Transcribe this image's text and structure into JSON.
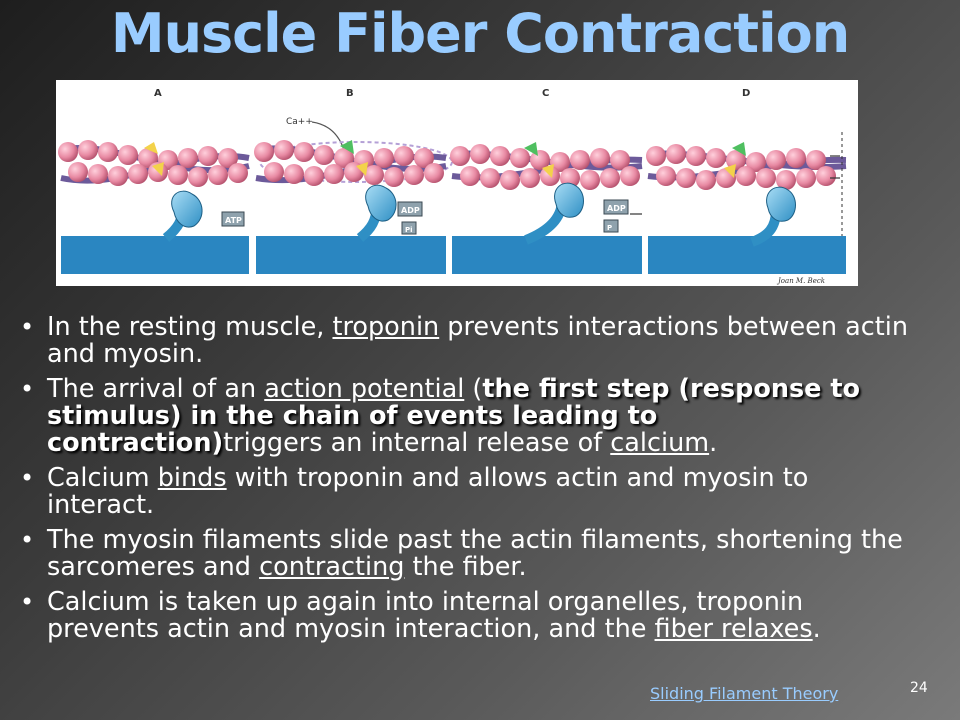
{
  "slide": {
    "title": "Muscle Fiber Contraction",
    "page_number": "24",
    "link_label": "Sliding Filament Theory"
  },
  "figure": {
    "panel_labels": [
      "A",
      "B",
      "C",
      "D"
    ],
    "labels": {
      "ca": "Ca++",
      "atp": "ATP",
      "adp_b": "ADP",
      "pi_b": "Pi",
      "adp_c": "ADP",
      "pi_c": "P",
      "signature": "Joan M. Beck"
    }
  },
  "bullets": [
    {
      "t1": "In the resting muscle, ",
      "u1": "troponin",
      "t2": " prevents interactions between actin and myosin."
    },
    {
      "t1": "The arrival of an ",
      "u1": "action potential",
      "t2": " (",
      "emph": "the first step (response to stimulus) in the chain of events leading to contraction)",
      "t3": "triggers an internal release of ",
      "u2": "calcium",
      "t4": "."
    },
    {
      "t1": "Calcium ",
      "u1": "binds",
      "t2": " with troponin and allows actin and myosin to interact."
    },
    {
      "t1": "The myosin filaments slide past the actin filaments, shortening the sarcomeres and ",
      "u1": "contracting",
      "t2": " the fiber."
    },
    {
      "t1": "Calcium is taken up again into internal organelles, troponin prevents actin and myosin interaction, and the ",
      "u1": "fiber relaxes",
      "t2": "."
    }
  ]
}
